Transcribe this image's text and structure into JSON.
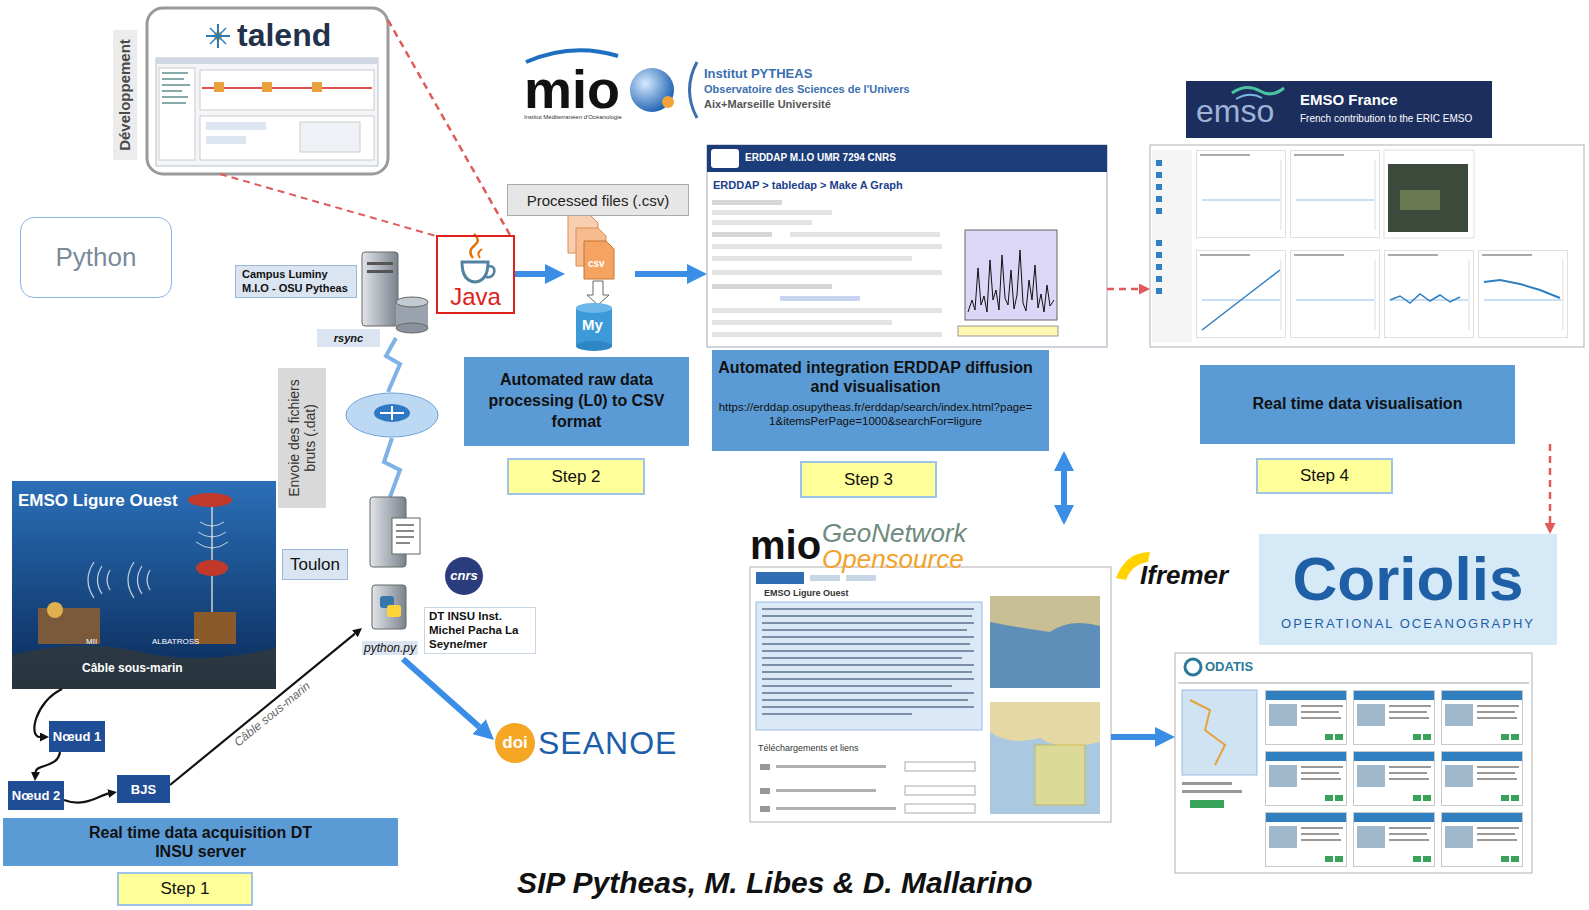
{
  "diagram": {
    "caption": "SIP Pytheas, M. Libes & D. Mallarino",
    "nodes": [
      {
        "text": [
          "Développement",
          "talend"
        ]
      },
      {
        "text": [
          "Python"
        ]
      },
      {
        "text": [
          "Processed files (.csv)"
        ]
      },
      {
        "text": [
          "Campus Luminy M.I.O - OSU Pytheas"
        ]
      },
      {
        "text": [
          "Java"
        ]
      },
      {
        "text": [
          "csv",
          "My"
        ]
      },
      {
        "text": [
          "ERDDAP M.I.O UMR 7294 CNRS",
          "ERDDAP > tabledap > Make A Graph",
          "Automated integration ERDDAP diffusion and visualisation",
          "https://erddap.osupytheas.fr/erddap/search/index.html?page=1&itemsPerPage=1000&searchFor=ligure"
        ]
      },
      {
        "text": [
          "emso",
          "EMSO France",
          "French contribution to the ERIC EMSO"
        ]
      },
      {
        "text": [
          "Real time data visualisation"
        ]
      },
      {
        "text": [
          "rsync"
        ]
      },
      {
        "text": [
          "Envoie des fichiers bruts (.dat)"
        ]
      },
      {
        "text": [
          "Automated raw data processing (L0) to CSV format"
        ]
      },
      {
        "text": [
          "Step 2"
        ]
      },
      {
        "text": [
          "Step 3"
        ]
      },
      {
        "text": [
          "Step 4"
        ]
      },
      {
        "text": [
          "EMSO Ligure Ouest",
          "MII",
          "ALBATROSS",
          "Câble sous-marin"
        ]
      },
      {
        "text": [
          "Toulon"
        ]
      },
      {
        "text": [
          "mio",
          "GeoNetwork",
          "Opensource",
          "EMSO Ligure Ouest",
          "Téléchargements et liens"
        ]
      },
      {
        "text": [
          "Coriolis",
          "OPERATIONAL OCEANOGRAPHY"
        ]
      },
      {
        "text": [
          "python.py"
        ]
      },
      {
        "text": [
          "DT INSU Inst. Michel Pacha La Seyne/mer"
        ]
      },
      {
        "text": [
          "ODATIS"
        ]
      },
      {
        "text": [
          "doi",
          "SEANOE"
        ]
      },
      {
        "text": [
          "Nœud 1"
        ]
      },
      {
        "text": [
          "Nœud 2"
        ]
      },
      {
        "text": [
          "BJS"
        ]
      },
      {
        "text": [
          "Real time data acquisition DT INSU server"
        ]
      },
      {
        "text": [
          "Step 1"
        ]
      }
    ],
    "edges": [
      {
        "from": 0,
        "to": 4,
        "arrow": "none"
      },
      {
        "from": 4,
        "to": 5,
        "arrow": "to"
      },
      {
        "from": 5,
        "to": 6,
        "arrow": "to"
      },
      {
        "from": 6,
        "to": 8,
        "arrow": "to"
      },
      {
        "from": 6,
        "to": 17,
        "arrow": "both"
      },
      {
        "from": 8,
        "to": 18,
        "arrow": "to"
      },
      {
        "from": 17,
        "to": 21,
        "arrow": "to"
      },
      {
        "from": 15,
        "to": 23,
        "arrow": "to"
      },
      {
        "from": 23,
        "to": 24,
        "arrow": "to"
      },
      {
        "from": 24,
        "to": 25,
        "arrow": "to"
      },
      {
        "from": 25,
        "to": 19,
        "label": "Câble sous-marin",
        "arrow": "to"
      },
      {
        "from": 19,
        "to": 22,
        "arrow": "to"
      }
    ],
    "labels": [
      "mio",
      "Institut Méditerranéen d'Océanologie",
      "Institut PYTHEAS",
      "Observatoire des Sciences de l'Univers",
      "Aix+Marseille Université",
      "cnrs",
      "Ifremer"
    ]
  }
}
